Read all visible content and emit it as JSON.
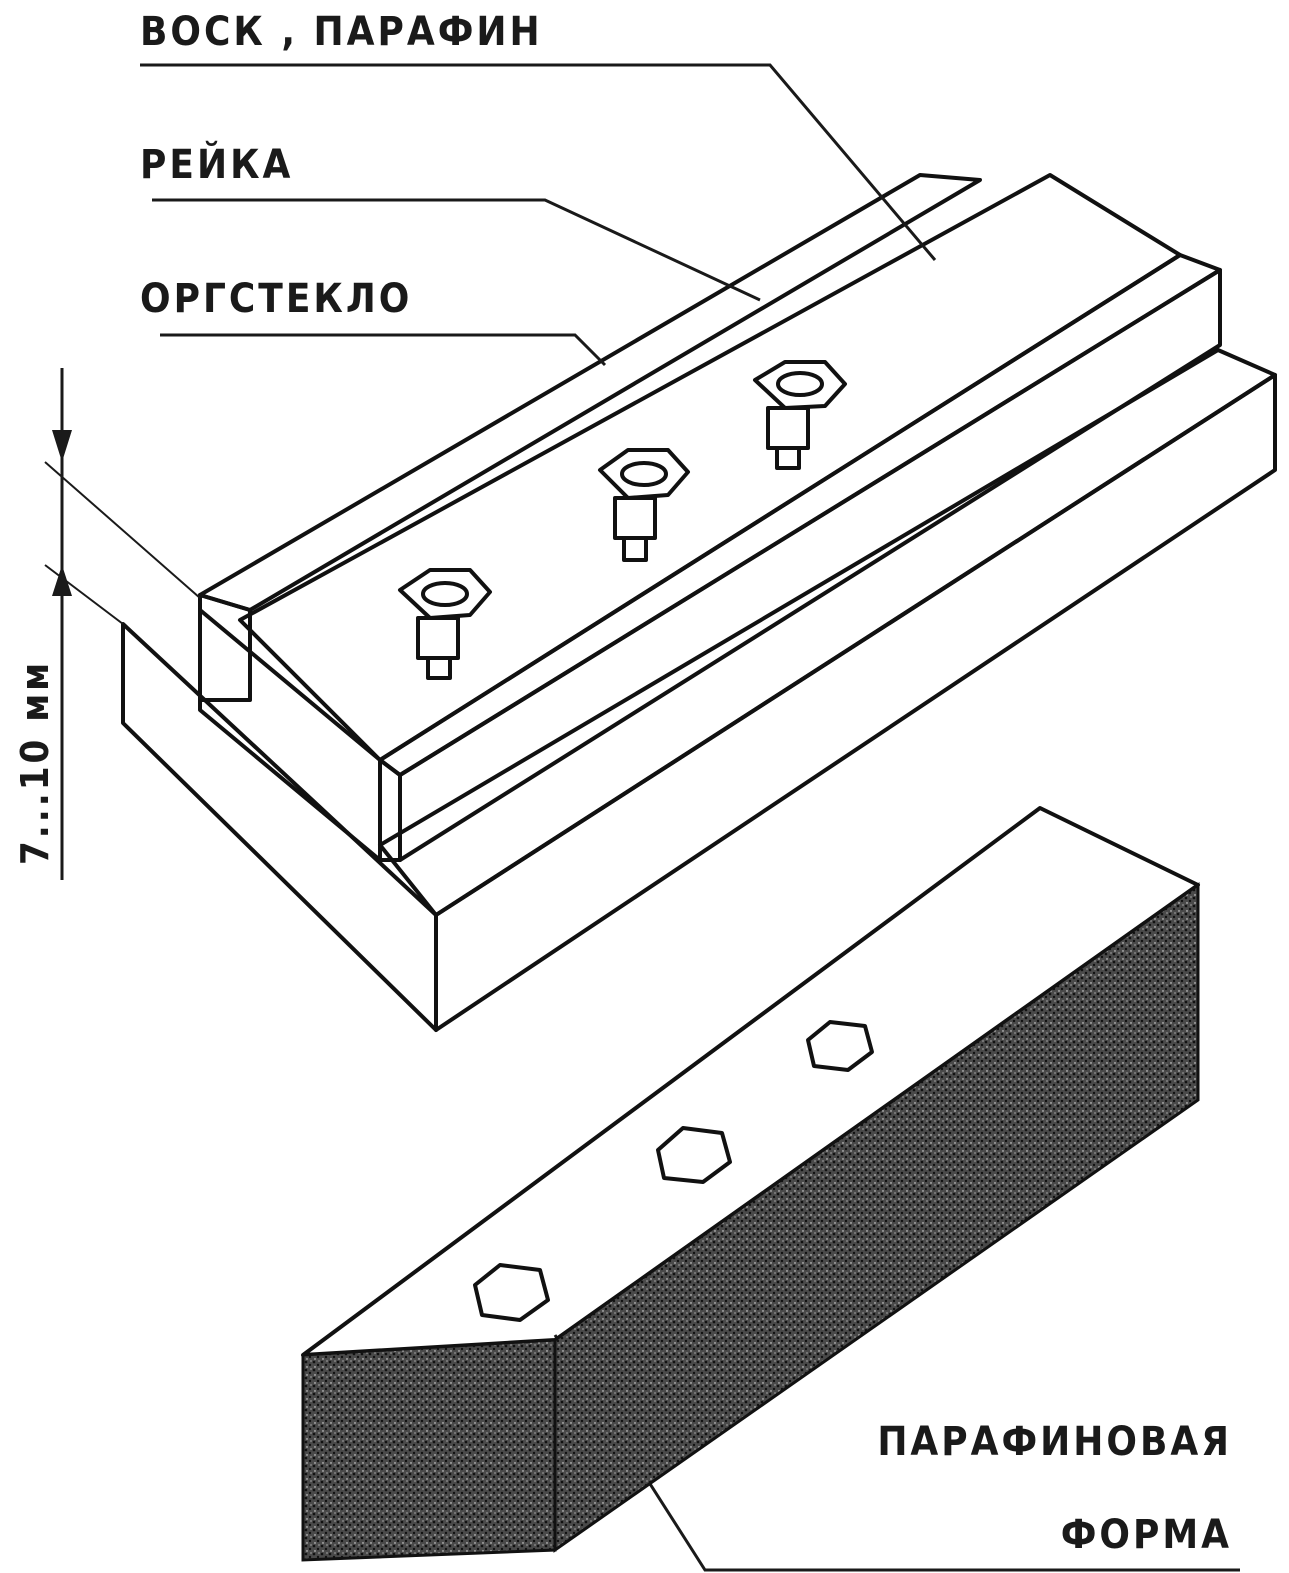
{
  "labels": {
    "wax": "ВОСК , ПАРАФИН",
    "rail": "РЕЙКА",
    "plexiglass": "ОРГСТЕКЛО",
    "dimension": "7...10 мм",
    "mold_line1": "ПАРАФИНОВАЯ",
    "mold_line2": "ФОРМА"
  },
  "colors": {
    "ink": "#1a1a1a",
    "paper": "#ffffff",
    "shade": "#3a3a3a"
  }
}
